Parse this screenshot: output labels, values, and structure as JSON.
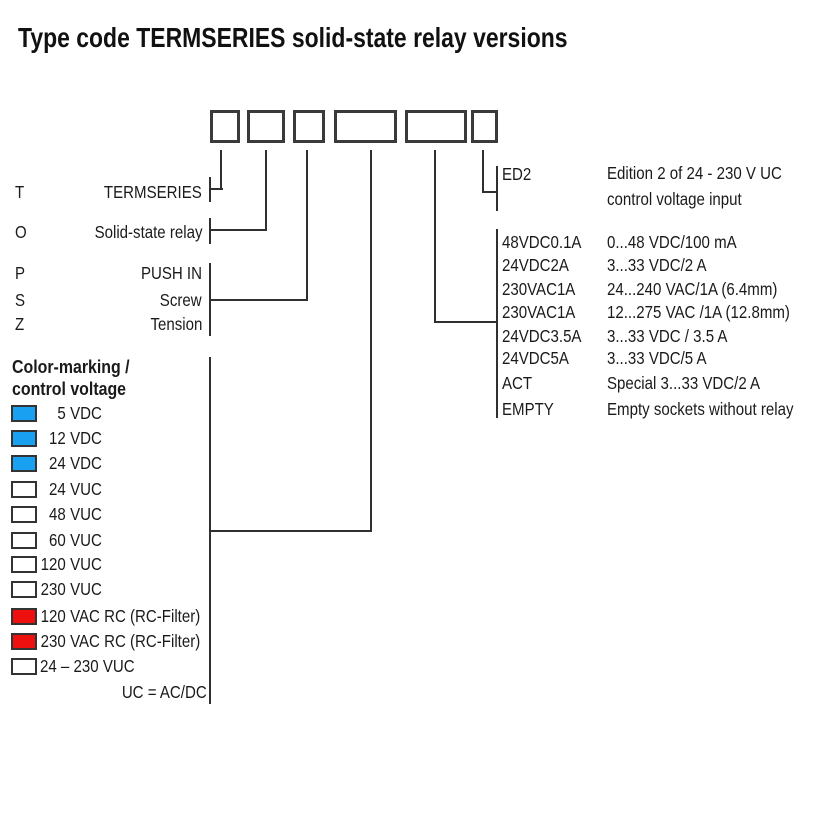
{
  "title": "Type code TERMSERIES solid-state relay versions",
  "palette": {
    "blue": "#1aa0f0",
    "red": "#ee0f0f",
    "white": "#ffffff",
    "line": "#303030"
  },
  "left_rows": [
    {
      "letter": "T",
      "label": "TERMSERIES"
    },
    {
      "letter": "O",
      "label": "Solid-state relay"
    },
    {
      "letter": "P",
      "label": "PUSH IN"
    },
    {
      "letter": "S",
      "label": "Screw"
    },
    {
      "letter": "Z",
      "label": "Tension"
    }
  ],
  "color_section": {
    "heading_line1": "Color-marking /",
    "heading_line2": "control voltage",
    "items": [
      {
        "num": "5",
        "unit": "VDC",
        "color": "#1aa0f0"
      },
      {
        "num": "12",
        "unit": "VDC",
        "color": "#1aa0f0"
      },
      {
        "num": "24",
        "unit": "VDC",
        "color": "#1aa0f0"
      },
      {
        "num": "24",
        "unit": "VUC",
        "color": "#ffffff"
      },
      {
        "num": "48",
        "unit": "VUC",
        "color": "#ffffff"
      },
      {
        "num": "60",
        "unit": "VUC",
        "color": "#ffffff"
      },
      {
        "num": "120",
        "unit": "VUC",
        "color": "#ffffff"
      },
      {
        "num": "230",
        "unit": "VUC",
        "color": "#ffffff"
      },
      {
        "num": "120",
        "unit": "VAC RC (RC-Filter)",
        "color": "#ee0f0f"
      },
      {
        "num": "230",
        "unit": "VAC RC (RC-Filter)",
        "color": "#ee0f0f"
      },
      {
        "num": "24 – 230",
        "unit": "VUC",
        "color": "#ffffff"
      }
    ],
    "footnote": "UC = AC/DC"
  },
  "right_section": {
    "ed2": {
      "code": "ED2",
      "desc_line1": "Edition 2 of 24 - 230 V UC",
      "desc_line2": "control voltage input"
    },
    "rows": [
      {
        "code": "48VDC0.1A",
        "desc": "0...48 VDC/100 mA"
      },
      {
        "code": "24VDC2A",
        "desc": "3...33 VDC/2 A"
      },
      {
        "code": "230VAC1A",
        "desc": "24...240 VAC/1A (6.4mm)"
      },
      {
        "code": "230VAC1A",
        "desc": "12...275 VAC /1A (12.8mm)"
      },
      {
        "code": "24VDC3.5A",
        "desc": "3...33 VDC / 3.5 A"
      },
      {
        "code": "24VDC5A",
        "desc": "3...33 VDC/5 A"
      },
      {
        "code": "ACT",
        "desc": "Special 3...33 VDC/2 A"
      },
      {
        "code": "EMPTY",
        "desc": "Empty sockets without relay"
      }
    ]
  }
}
